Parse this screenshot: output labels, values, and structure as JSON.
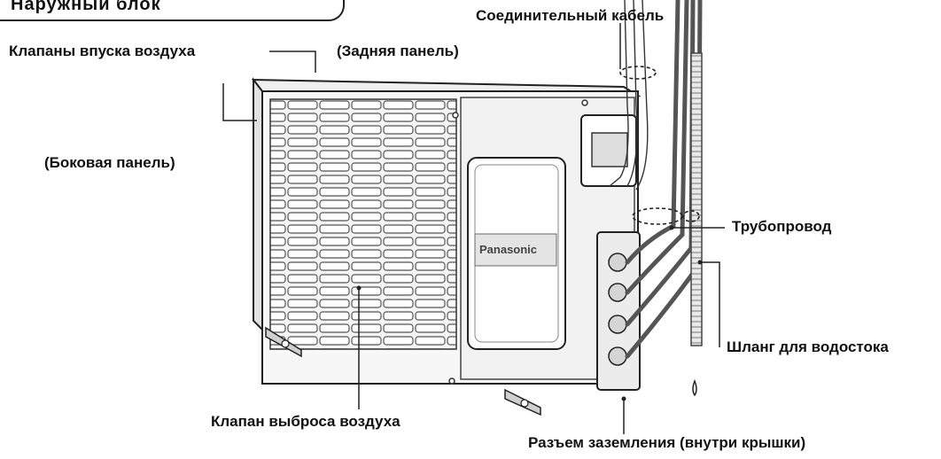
{
  "diagram": {
    "title": "Наружный блок",
    "brand": "Panasonic",
    "labels": {
      "cable": "Соединительный кабель",
      "intake_valves": "Клапаны впуска воздуха",
      "rear_panel": "(Задняя панель)",
      "side_panel": "(Боковая панель)",
      "piping": "Трубопровод",
      "drain_hose": "Шланг для водостока",
      "outlet_valve": "Клапан выброса воздуха",
      "ground_connector": "Разъем заземления (внутри крышки)"
    }
  }
}
